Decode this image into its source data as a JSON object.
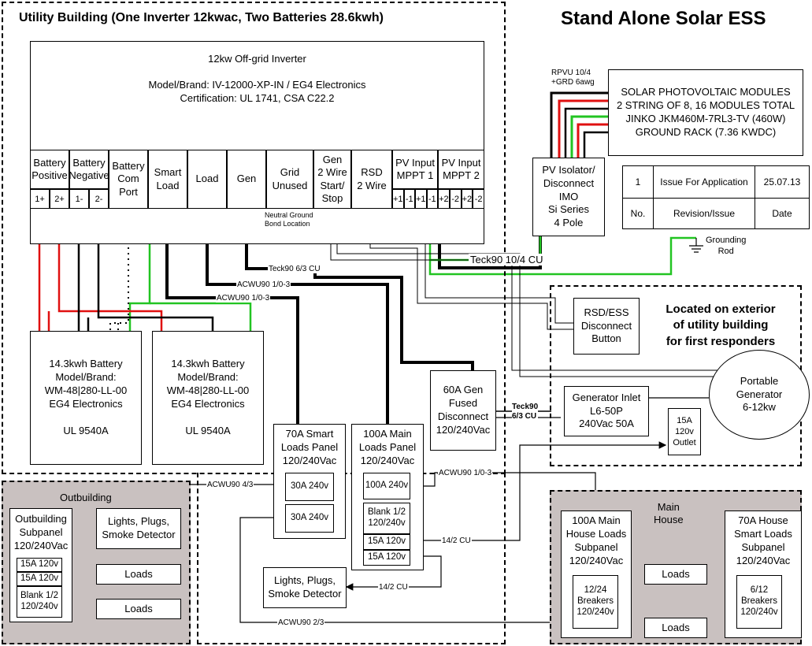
{
  "title": "Stand Alone Solar ESS",
  "utility_building_title": "Utility Building (One Inverter 12kwac, Two Batteries 28.6kwh)",
  "inverter": {
    "heading": "12kw Off-grid Inverter",
    "model": "Model/Brand: IV-12000-XP-IN / EG4 Electronics",
    "certification": "Certification: UL 1741, CSA C22.2",
    "terminals": [
      "Battery\nPositive",
      "Battery\nNegative",
      "Battery\nCom\nPort",
      "Smart\nLoad",
      "Load",
      "Gen",
      "Grid\nUnused",
      "Gen\n2 Wire\nStart/\nStop",
      "RSD\n2 Wire",
      "PV Input\nMPPT 1",
      "PV Input\nMPPT 2"
    ],
    "pins": [
      "1+",
      "2+",
      "1-",
      "2-",
      "+1",
      "-1",
      "+1",
      "-1",
      "+2",
      "-2",
      "+2",
      "-2"
    ],
    "neutral_bond": "Neutral Ground\nBond Location"
  },
  "pv_modules": "SOLAR PHOTOVOLTAIC MODULES\n2 STRING OF 8, 16 MODULES TOTAL\nJINKO JKM460M-7RL3-TV (460W)\nGROUND RACK (7.36 KWDC)",
  "pv_isolator": "PV Isolator/\nDisconnect\nIMO\nSi Series\n4 Pole",
  "revision_table": {
    "rows": [
      [
        "1",
        "Issue For Application",
        "25.07.13"
      ],
      [
        "No.",
        "Revision/Issue",
        "Date"
      ]
    ]
  },
  "battery1": "14.3kwh Battery\nModel/Brand:\nWM-48|280-LL-00\nEG4 Electronics\n\nUL 9540A",
  "battery2": "14.3kwh Battery\nModel/Brand:\nWM-48|280-LL-00\nEG4 Electronics\n\nUL 9540A",
  "smart_panel": {
    "title": "70A Smart\nLoads Panel\n120/240Vac",
    "breakers": [
      "30A 240v",
      "30A 240v"
    ]
  },
  "main_panel": {
    "title": "100A Main\nLoads Panel\n120/240Vac",
    "breakers": [
      "100A 240v",
      "Blank 1/2\n120/240v",
      "15A 120v",
      "15A 120v"
    ]
  },
  "gen_disconnect": "60A Gen\nFused\nDisconnect\n120/240Vac",
  "rsd_button": "RSD/ESS\nDisconnect\nButton",
  "exterior_note": "Located on exterior\nof utility building\nfor first responders",
  "generator_inlet": "Generator Inlet\nL6-50P\n240Vac 50A",
  "portable_generator": "Portable\nGenerator\n6-12kw",
  "outlet_15a": "15A\n120v\nOutlet",
  "lights_utility": "Lights, Plugs,\nSmoke Detector",
  "outbuilding": {
    "title": "Outbuilding",
    "subpanel": "Outbuilding\nSubpanel\n120/240Vac",
    "breakers": [
      "15A 120v",
      "15A 120v",
      "Blank 1/2\n120/240v"
    ],
    "lights": "Lights, Plugs,\nSmoke Detector",
    "loads": [
      "Loads",
      "Loads"
    ]
  },
  "main_house": {
    "title": "Main\nHouse",
    "subpanel1": "100A Main\nHouse Loads\nSubpanel\n120/240Vac",
    "breakers1": "12/24\nBreakers\n120/240v",
    "subpanel2": "70A House\nSmart Loads\nSubpanel\n120/240Vac",
    "breakers2": "6/12\nBreakers\n120/240v",
    "loads": [
      "Loads",
      "Loads"
    ]
  },
  "wire_labels": {
    "rpvu": "RPVU 10/4\n+GRD 6awg",
    "teck90_pv": "Teck90 10/4 CU",
    "teck90_gen": "Teck90 6/3 CU",
    "acwu_load": "ACWU90  1/0-3",
    "acwu_smart": "ACWU90  1/0-3",
    "teck90_gen2": "Teck90\n6/3 CU",
    "acwu_out": "ACWU90  4/3",
    "acwu_house": "ACWU90  1/0-3",
    "cu_outlet": "14/2 CU",
    "cu_lights": "14/2 CU",
    "acwu_house2": "ACWU90  2/3",
    "grounding_rod": "Grounding\nRod"
  },
  "colors": {
    "hot_red": "#e01010",
    "ground_green": "#22c422",
    "outbuilding_bg": "#c9c1c0"
  }
}
